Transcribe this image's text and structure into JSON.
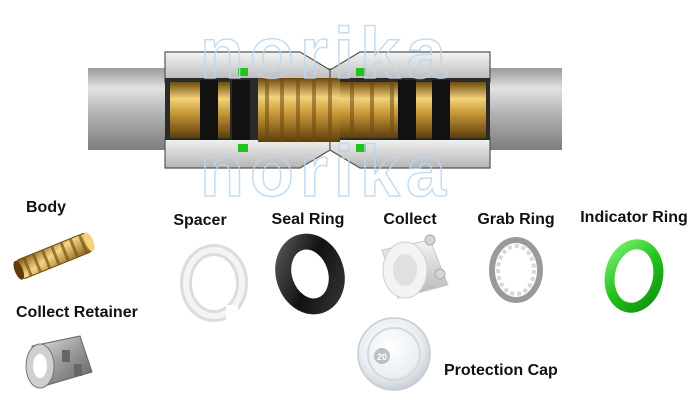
{
  "watermark": "norika",
  "labels": {
    "body": "Body",
    "spacer": "Spacer",
    "seal_ring": "Seal Ring",
    "collect": "Collect",
    "grab_ring": "Grab Ring",
    "indicator_ring": "Indicator Ring",
    "collect_retainer": "Collect Retainer",
    "protection_cap": "Protection Cap"
  },
  "protection_cap_number": "20",
  "colors": {
    "brass": "#c89a3a",
    "pipe": "#b9b9b9",
    "seal": "#1a1a1a",
    "indicator": "#22c21d",
    "watermark": "#bcd6ee"
  }
}
